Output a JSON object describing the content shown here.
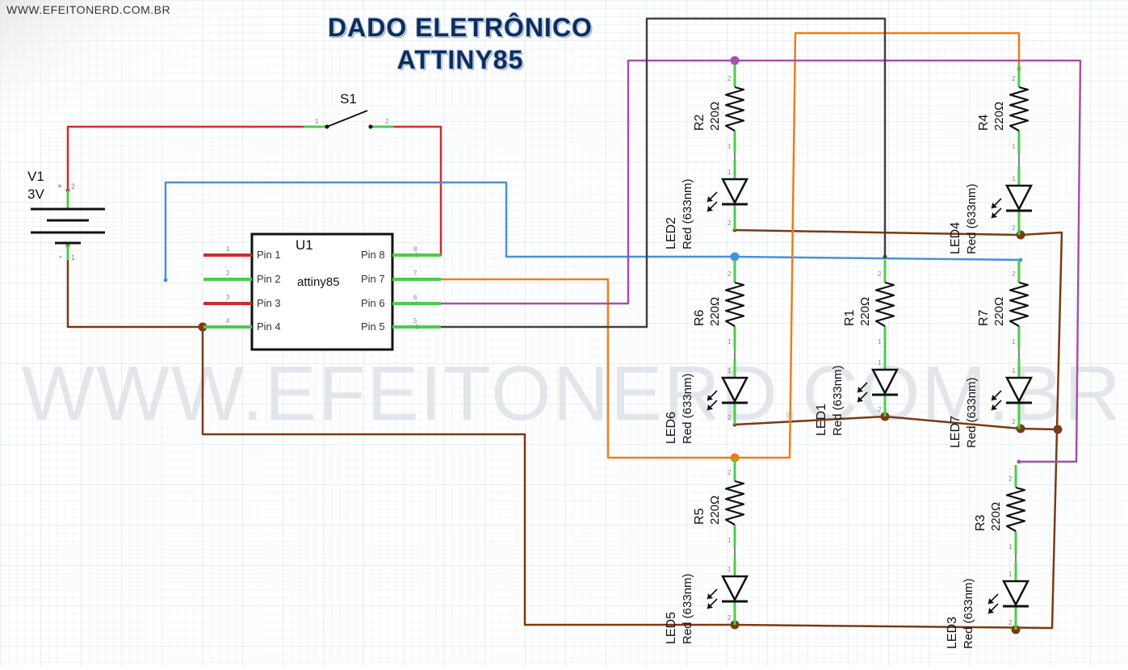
{
  "website": "WWW.EFEITONERD.COM.BR",
  "watermark": "WWW.EFEITONERD.COM.BR",
  "title_line1": "DADO ELETRÔNICO",
  "title_line2": "ATTINY85",
  "colors": {
    "red_wire": "#d42a2a",
    "blue_wire": "#4a90d9",
    "orange_wire": "#f07c18",
    "purple_wire": "#a552a5",
    "black_wire": "#404040",
    "brown_wire": "#7a3a12",
    "pin_green": "#4ccc4c",
    "title": "#0d2d5c"
  },
  "battery": {
    "ref": "V1",
    "value": "3V",
    "plus": "+",
    "pin_plus": "2",
    "minus": "-",
    "pin_minus": "1"
  },
  "switch": {
    "ref": "S1",
    "pin1": "1",
    "pin2": "2"
  },
  "chip": {
    "ref": "U1",
    "name": "attiny85",
    "left_pins": [
      {
        "num": "1",
        "label": "Pin 1"
      },
      {
        "num": "2",
        "label": "Pin 2"
      },
      {
        "num": "3",
        "label": "Pin 3"
      },
      {
        "num": "4",
        "label": "Pin 4"
      }
    ],
    "right_pins": [
      {
        "num": "8",
        "label": "Pin 8"
      },
      {
        "num": "7",
        "label": "Pin 7"
      },
      {
        "num": "6",
        "label": "Pin 6"
      },
      {
        "num": "5",
        "label": "Pin 5"
      }
    ]
  },
  "resistors": [
    {
      "ref": "R2",
      "value": "220Ω"
    },
    {
      "ref": "R4",
      "value": "220Ω"
    },
    {
      "ref": "R6",
      "value": "220Ω"
    },
    {
      "ref": "R1",
      "value": "220Ω"
    },
    {
      "ref": "R7",
      "value": "220Ω"
    },
    {
      "ref": "R5",
      "value": "220Ω"
    },
    {
      "ref": "R3",
      "value": "220Ω"
    }
  ],
  "leds": [
    {
      "ref": "LED2",
      "value": "Red (633nm)"
    },
    {
      "ref": "LED4",
      "value": "Red (633nm)"
    },
    {
      "ref": "LED6",
      "value": "Red (633nm)"
    },
    {
      "ref": "LED1",
      "value": "Red (633nm)"
    },
    {
      "ref": "LED7",
      "value": "Red (633nm)"
    },
    {
      "ref": "LED5",
      "value": "Red (633nm)"
    },
    {
      "ref": "LED3",
      "value": "Red (633nm)"
    }
  ],
  "part_pin_a": "1",
  "part_pin_b": "2"
}
